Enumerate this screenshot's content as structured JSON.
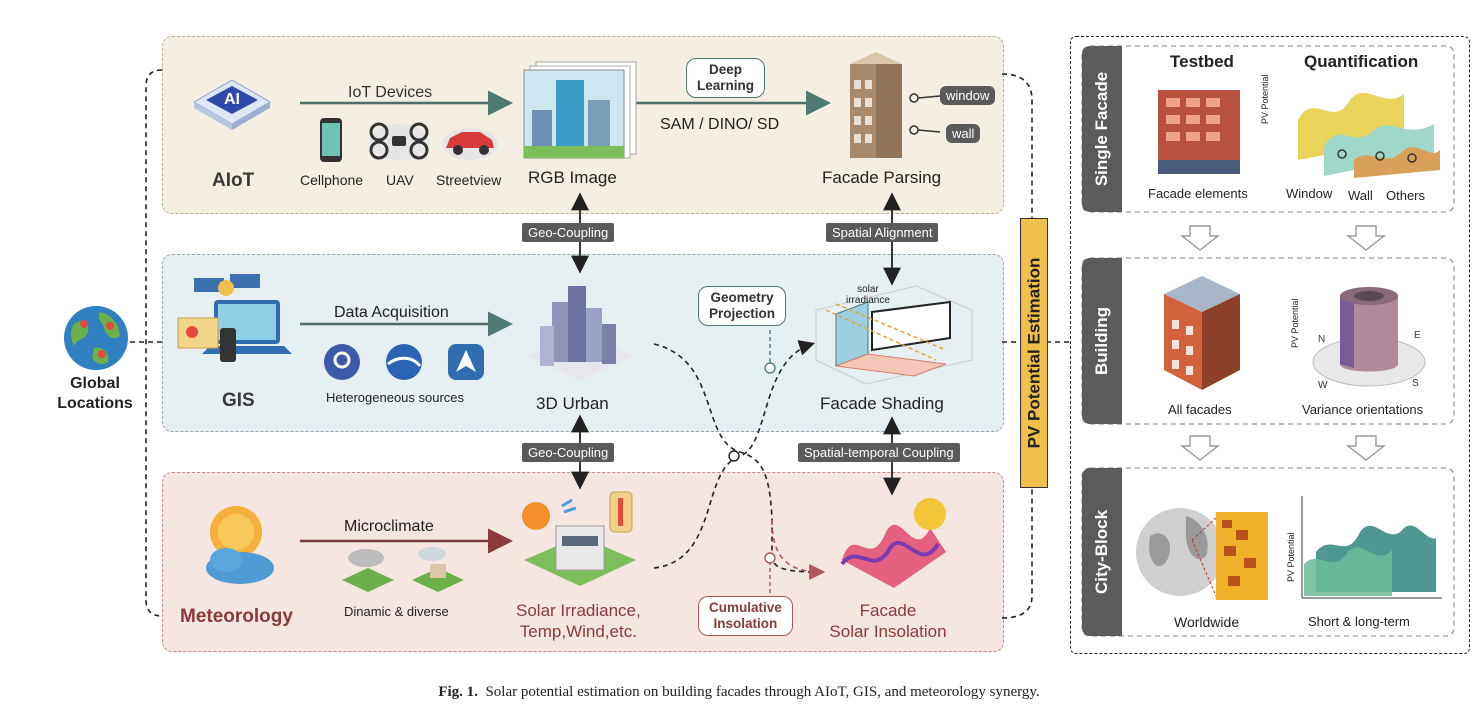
{
  "left": {
    "global_label_1": "Global",
    "global_label_2": "Locations"
  },
  "aiot": {
    "title": "AIoT",
    "arrow_label": "IoT Devices",
    "devices": [
      "Cellphone",
      "UAV",
      "Streetview"
    ],
    "output": "RGB Image",
    "dl_box": [
      "Deep",
      "Learning"
    ],
    "models": "SAM / DINO/ SD",
    "result": "Facade Parsing",
    "callout_window": "window",
    "callout_wall": "wall"
  },
  "couplings": {
    "geo_top": "Geo-Coupling",
    "spatial_alignment": "Spatial Alignment",
    "geo_bottom": "Geo-Coupling",
    "spatiotemporal": "Spatial-temporal Coupling"
  },
  "gis": {
    "title": "GIS",
    "arrow_label": "Data Acquisition",
    "sources": "Heterogeneous sources",
    "output": "3D Urban",
    "geom_box": [
      "Geometry",
      "Projection"
    ],
    "solar_label": [
      "solar",
      "irradiance"
    ],
    "result": "Facade Shading"
  },
  "met": {
    "title": "Meteorology",
    "arrow_label": "Microclimate",
    "sub": "Dinamic & diverse",
    "output_1": "Solar Irradiance,",
    "output_2": "Temp,Wind,etc.",
    "cum_box": [
      "Cumulative",
      "Insolation"
    ],
    "result_1": "Facade",
    "result_2": "Solar Insolation"
  },
  "center_bar": "PV Potential Estimation",
  "right": {
    "sections": [
      "Single Facade",
      "Building",
      "City-Block"
    ],
    "col_testbed": "Testbed",
    "col_quant": "Quantification",
    "pv_axis": "PV Potential",
    "single_left": "Facade elements",
    "single_legend": [
      "Window",
      "Wall",
      "Others"
    ],
    "building_left": "All facades",
    "building_right": "Variance orientations",
    "compass": [
      "N",
      "E",
      "W",
      "S"
    ],
    "city_left": "Worldwide",
    "city_right": "Short & long-term"
  },
  "caption_fig": "Fig. 1.",
  "caption_text": "Solar potential estimation on building facades through AIoT, GIS, and meteorology synergy.",
  "colors": {
    "aiot_bg": "#f4efe2",
    "gis_bg": "#e6eff2",
    "met_bg": "#f5e6e2",
    "bar": "#f0c04a",
    "dark_tag": "#5a5a5a"
  }
}
